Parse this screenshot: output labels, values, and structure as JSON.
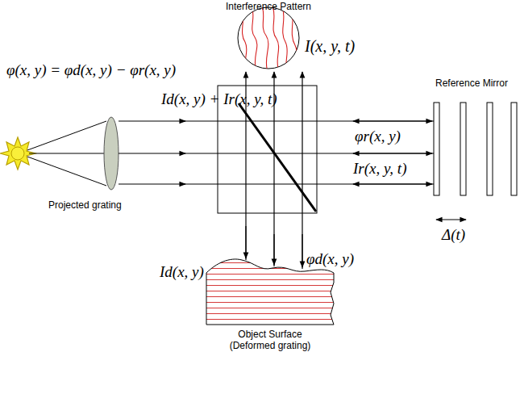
{
  "diagram": {
    "labels": [
      "Interference Pattern",
      "I(x, y, t)",
      "φ(x, y) = φd(x, y) − φr(x, y)",
      "Id(x, y) + Ir(x, y, t)",
      "Reference Mirror",
      "φr(x, y)",
      "Ir(x, y, t)",
      "Δ(t)",
      "Projected grating",
      "Id(x, y)",
      "φd(x, y)",
      "Object Surface (Deformed grating)"
    ]
  }
}
